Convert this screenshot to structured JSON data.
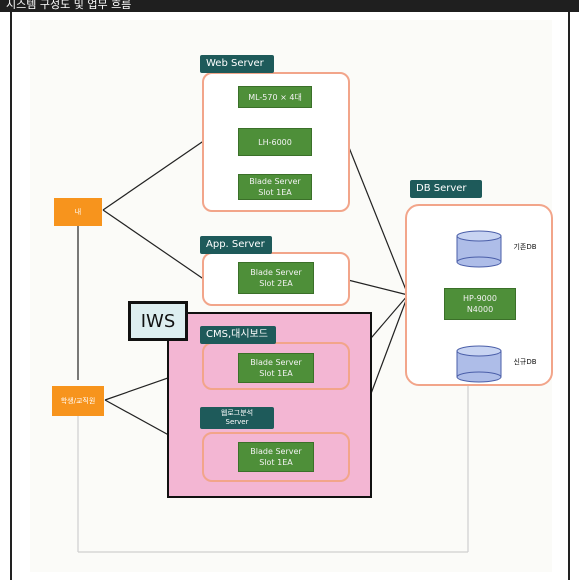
{
  "header": {
    "title": "시스템 구성도 및 업무 흐름"
  },
  "nodes": {
    "web_server": {
      "title": "Web Server",
      "items": [
        "ML-570 × 4대",
        "LH-6000",
        "Blade Server\nSlot 1EA"
      ]
    },
    "app_server": {
      "title": "App. Server",
      "items": [
        "Blade Server\nSlot 2EA"
      ]
    },
    "db_server": {
      "title": "DB Server",
      "storage_top": "기존DB",
      "storage_bottom": "신규DB",
      "items": [
        "HP-9000\nN4000"
      ]
    },
    "cms": {
      "title": "CMS,대시보드",
      "items": [
        "Blade Server\nSlot 1EA"
      ]
    },
    "log_server": {
      "title": "웹로그분석\nServer",
      "items": [
        "Blade Server\nSlot 1EA"
      ]
    },
    "iws_label": "IWS",
    "left_top": "내",
    "left_bottom": "학생/교직원"
  },
  "colors": {
    "accent_green": "#4e8f39",
    "title_teal": "#1e5a5a",
    "group_border": "#f2a58a",
    "orange": "#f7941d",
    "iws_pink": "#f3b6d3"
  }
}
